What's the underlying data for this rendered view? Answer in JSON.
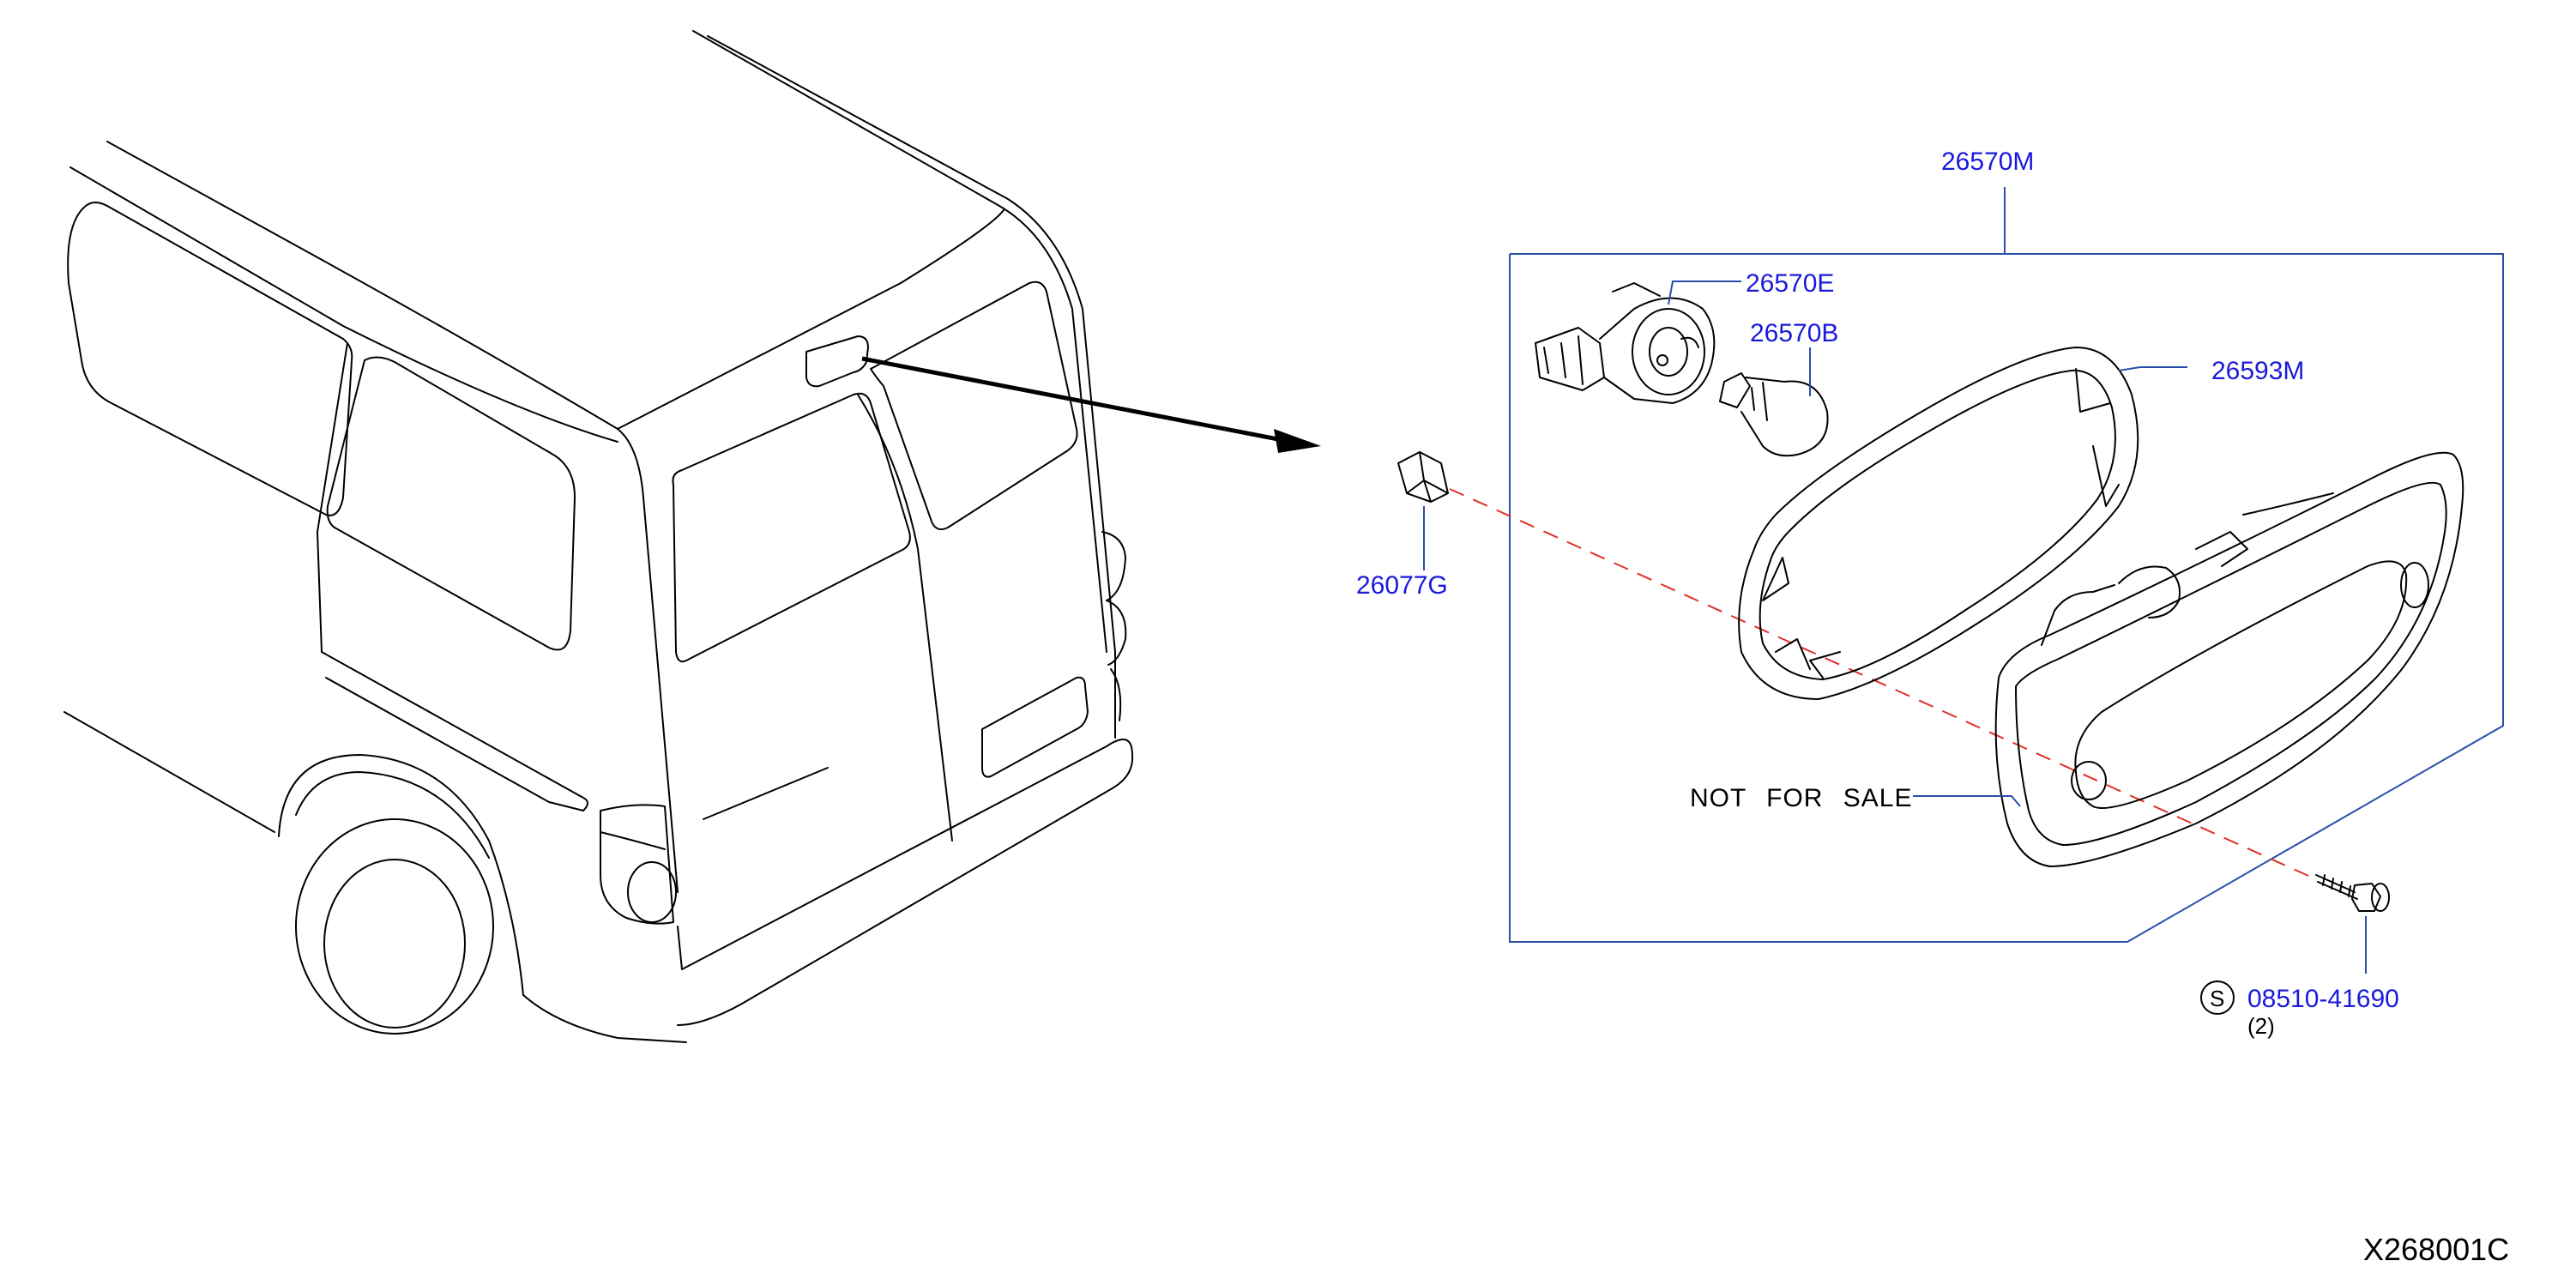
{
  "callouts": {
    "assembly": "26570M",
    "socket": "26570E",
    "bulb": "26570B",
    "gasket": "26593M",
    "clip": "26077G",
    "screw": "08510-41690"
  },
  "screw_symbol": "S",
  "screw_quantity": "(2)",
  "note": "NOT FOR SALE",
  "illustration_code": "X268001C",
  "colors": {
    "callout_text": "#1a1adc",
    "leader_line": "#2a4fa8",
    "dashed_axis": "#e0302a",
    "linework": "#000000"
  }
}
